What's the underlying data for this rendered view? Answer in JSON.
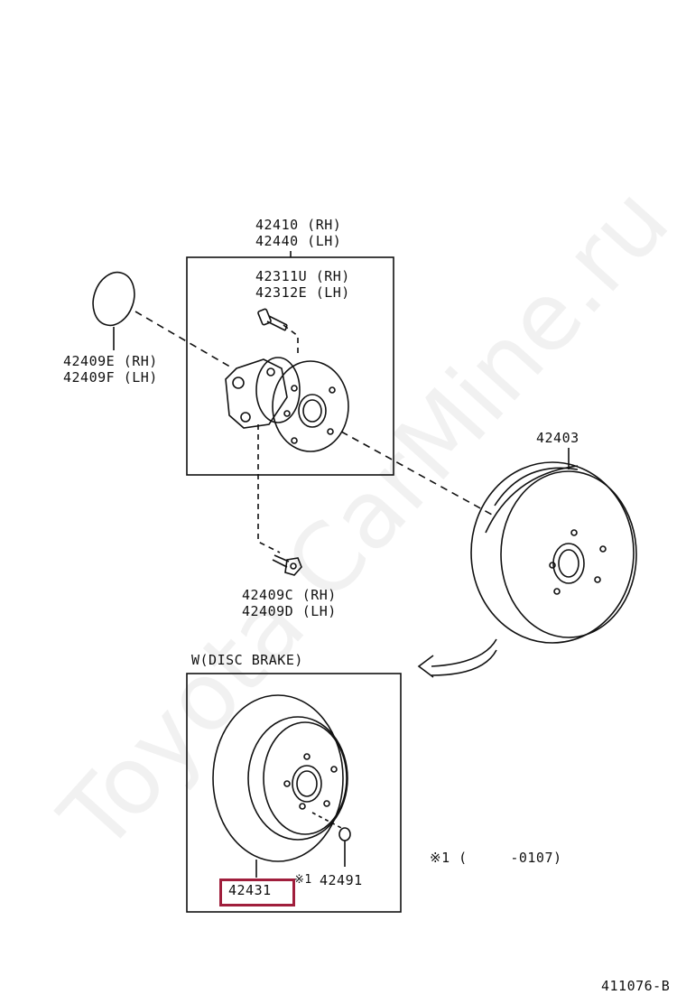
{
  "watermark": "Toyota CarMine.ru",
  "labels": {
    "hub_rh": "42410 (RH)",
    "hub_lh": "42440 (LH)",
    "bolt_rh": "42311U (RH)",
    "bolt_lh": "42312E (LH)",
    "cap_rh": "42409E (RH)",
    "cap_lh": "42409F (LH)",
    "nut_rh": "42409C (RH)",
    "nut_lh": "42409D (LH)",
    "drum": "42403",
    "disc_section": "W(DISC BRAKE)",
    "disc_rotor": "42431",
    "screw_prefix": "※1",
    "screw": "42491",
    "footnote": "※1 (     -0107)",
    "diagram_code": "411076-B"
  },
  "colors": {
    "line": "#111111",
    "highlight": "#a01e3c"
  }
}
